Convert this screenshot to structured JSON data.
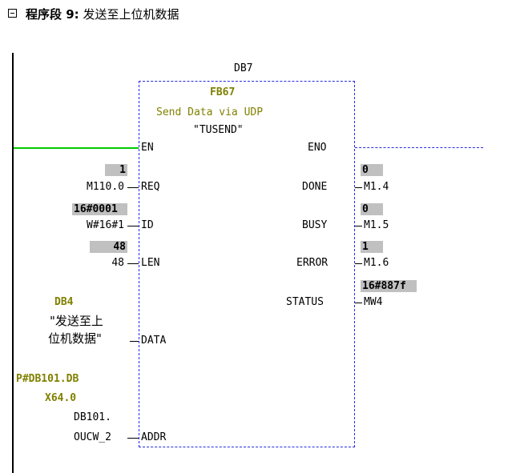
{
  "network": {
    "title_prefix": "程序段 9",
    "title_colon": ":",
    "title_comment": "发送至上位机数据"
  },
  "block": {
    "instance_db": "DB7",
    "fb_number": "FB67",
    "description": "Send Data via UDP",
    "symbol": "\"TUSEND\""
  },
  "inputs": {
    "en": "EN",
    "req": {
      "pin": "REQ",
      "operand": "M110.0",
      "value": "1"
    },
    "id": {
      "pin": "ID",
      "operand": "W#16#1",
      "value": "16#0001"
    },
    "len": {
      "pin": "LEN",
      "operand": "48",
      "value": "48"
    },
    "data": {
      "pin": "DATA",
      "db": "DB4",
      "symbol_line1": "\"发送至上",
      "symbol_line2": "位机数据\""
    },
    "addr": {
      "pin": "ADDR",
      "pointer_line1": "P#DB101.DB",
      "pointer_line2": "X64.0",
      "symbol_line1": "DB101.",
      "symbol_line2": "OUCW_2"
    }
  },
  "outputs": {
    "eno": "ENO",
    "done": {
      "pin": "DONE",
      "operand": "M1.4",
      "value": "0"
    },
    "busy": {
      "pin": "BUSY",
      "operand": "M1.5",
      "value": "0"
    },
    "error": {
      "pin": "ERROR",
      "operand": "M1.6",
      "value": "1"
    },
    "status": {
      "pin": "STATUS",
      "operand": "MW4",
      "value": "16#887f"
    }
  },
  "colors": {
    "en_wire": "#00cc00",
    "box_border": "#2a2ae0",
    "value_bg": "#c0c0c0",
    "symbol_text": "#808000"
  }
}
